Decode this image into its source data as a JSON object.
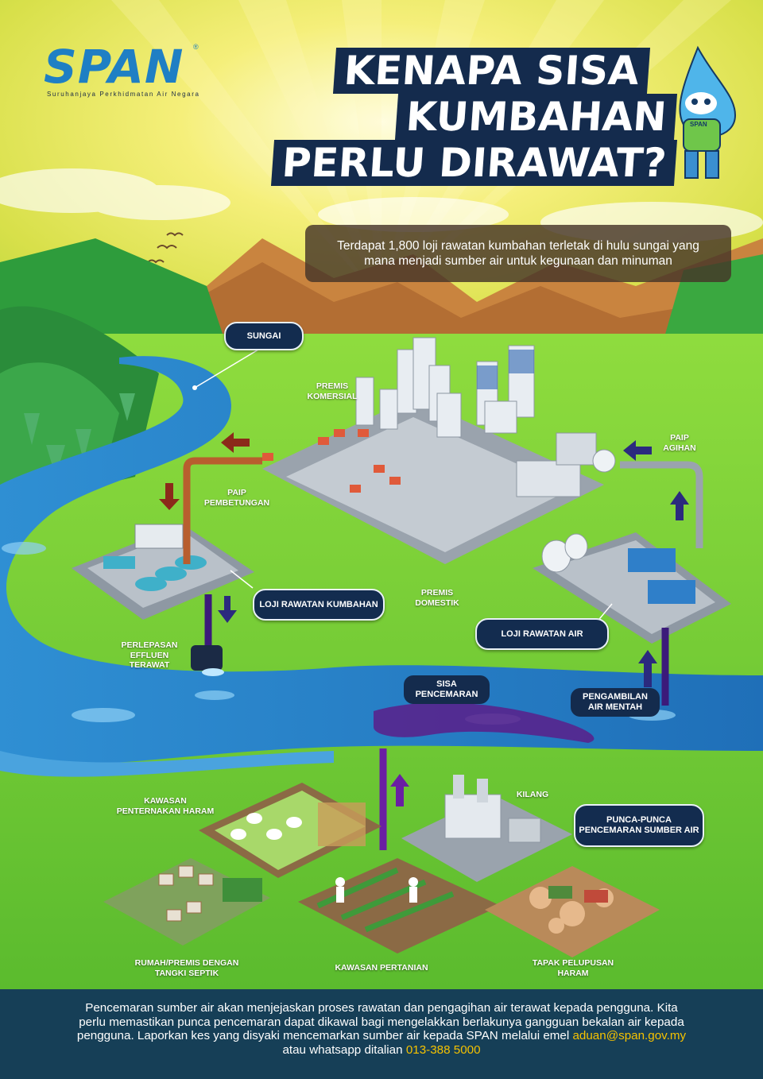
{
  "brand": {
    "name": "SPAN",
    "registered": "®",
    "subtitle": "Suruhanjaya Perkhidmatan Air Negara"
  },
  "title": {
    "line1": "KENAPA SISA",
    "line2": "KUMBAHAN",
    "line3": "PERLU DIRAWAT?"
  },
  "mascot": {
    "badge": "SPAN",
    "icon": "water-drop-mascot-icon"
  },
  "info": "Terdapat 1,800 loji rawatan kumbahan terletak di hulu sungai yang mana menjadi sumber air untuk kegunaan dan minuman",
  "labels": {
    "sungai": "SUNGAI",
    "premis_komersial": "PREMIS\nKOMERSIAL",
    "paip_agihan": "PAIP\nAGIHAN",
    "paip_pembetungan": "PAIP\nPEMBETUNGAN",
    "loji_kumbahan": "LOJI RAWATAN\nKUMBAHAN",
    "premis_domestik": "PREMIS\nDOMESTIK",
    "loji_air": "LOJI RAWATAN\nAIR",
    "perlepasan": "PERLEPASAN\nEFFLUEN\nTERAWAT",
    "sisa_pencemaran": "SISA\nPENCEMARAN",
    "pengambilan": "PENGAMBILAN\nAIR MENTAH",
    "penternakan": "KAWASAN\nPENTERNAKAN HARAM",
    "kilang": "KILANG",
    "punca": "PUNCA-PUNCA\nPENCEMARAN SUMBER\nAIR",
    "rumah": "RUMAH/PREMIS DENGAN\nTANGKI SEPTIK",
    "pertanian": "KAWASAN PERTANIAN",
    "pelupusan": "TAPAK PELUPUSAN\nHARAM"
  },
  "footer": {
    "line1": "Pencemaran sumber air akan menjejaskan proses rawatan dan pengagihan air terawat kepada pengguna. Kita",
    "line2": "perlu memastikan punca pencemaran dapat dikawal bagi mengelakkan berlakunya gangguan bekalan air kepada",
    "line3": "pengguna. Laporkan kes yang disyaki mencemarkan sumber air kepada SPAN melalui emel ",
    "email": "aduan@span.gov.my",
    "line4": "atau whatsapp ditalian ",
    "phone": "013-388 5000"
  },
  "colors": {
    "navy": "#142b4d",
    "river": "#2f8fd3",
    "grass": "#7fcf3a",
    "highlight": "#f5c200",
    "footer": "#163f57",
    "pollution": "#5a1f8a"
  }
}
